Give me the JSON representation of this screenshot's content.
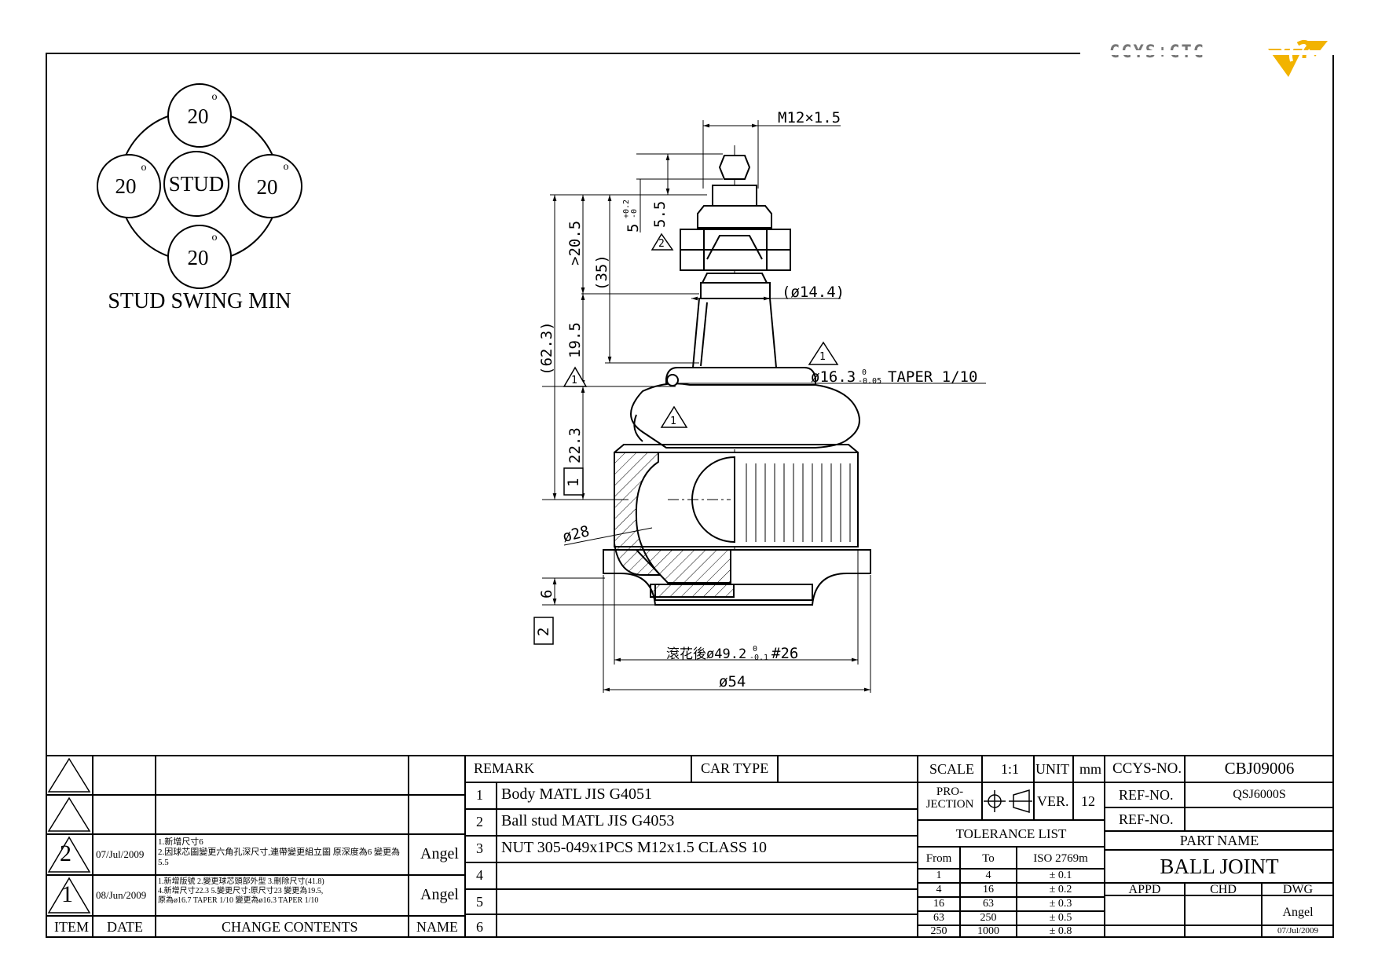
{
  "logo": {
    "text": "CCYS+CTC",
    "accent": "#F2B300"
  },
  "swing": {
    "top": "20",
    "left": "20",
    "right": "20",
    "bottom": "20",
    "center": "STUD",
    "degree": "o",
    "caption": "STUD SWING MIN"
  },
  "dims": {
    "thread": "M12×1.5",
    "d144": "(ø14.4)",
    "taper_pre": "ø16.3",
    "taper_tol_top": "0",
    "taper_tol_bot": "-0.05",
    "taper_post": "TAPER 1/10",
    "d49_pre": "滾花後ø49.2",
    "d49_tol_top": "0",
    "d49_tol_bot": "-0.1",
    "d49_post": "#26",
    "d54": "ø54",
    "d28": "ø28",
    "v205": ">20.5",
    "v35": "(35)",
    "v623": "(62.3)",
    "v195": "19.5",
    "v223": "22.3",
    "v55": "5.5",
    "v5": "5",
    "v5_tol_top": "+0.2",
    "v5_tol_bot": "-0",
    "v6": "6",
    "tri1": "1",
    "tri2": "2",
    "box1": "1",
    "box2": "2"
  },
  "revisions": {
    "rows": [
      {
        "item": "",
        "date": "",
        "content": "",
        "name": ""
      },
      {
        "item": "",
        "date": "",
        "content": "",
        "name": ""
      },
      {
        "item": "2",
        "date": "07/Jul/2009",
        "content": "1.新增尺寸6\n2.因球芯圖變更六角孔深尺寸,連帶變更組立圖 原深度為6 變更為5.5",
        "name": "Angel"
      },
      {
        "item": "1",
        "date": "08/Jun/2009",
        "content": "1.新增版號 2.變更球芯頭部外型 3.刪除尺寸(41.8)\n4.新增尺寸22.3 5.變更尺寸:原尺寸23 變更為19.5,\n原為ø16.7 TAPER 1/10 變更為ø16.3 TAPER 1/10",
        "name": "Angel"
      }
    ],
    "header": {
      "item": "ITEM",
      "date": "DATE",
      "content": "CHANGE CONTENTS",
      "name": "NAME"
    }
  },
  "remarks": {
    "header": "REMARK",
    "car_type_label": "CAR TYPE",
    "car_type": "",
    "items": [
      {
        "no": "1",
        "text": "Body MATL JIS G4051"
      },
      {
        "no": "2",
        "text": "Ball stud MATL JIS G4053"
      },
      {
        "no": "3",
        "text": "NUT 305-049x1PCS M12x1.5 CLASS 10"
      },
      {
        "no": "4",
        "text": ""
      },
      {
        "no": "5",
        "text": ""
      },
      {
        "no": "6",
        "text": ""
      }
    ]
  },
  "info": {
    "scale_label": "SCALE",
    "scale": "1:1",
    "unit_label": "UNIT",
    "unit": "mm",
    "projection_label": "PRO-\nJECTION",
    "ver_label": "VER.",
    "ver": "12",
    "tolerance_title": "TOLERANCE LIST",
    "tol_head": [
      "From",
      "To",
      "ISO 2769m"
    ],
    "tol_rows": [
      [
        "1",
        "4",
        "± 0.1"
      ],
      [
        "4",
        "16",
        "± 0.2"
      ],
      [
        "16",
        "63",
        "± 0.3"
      ],
      [
        "63",
        "250",
        "± 0.5"
      ],
      [
        "250",
        "1000",
        "± 0.8"
      ]
    ]
  },
  "part": {
    "ccys_label": "CCYS-NO.",
    "ccys_no": "CBJ09006",
    "ref_label": "REF-NO.",
    "ref_no": "QSJ6000S",
    "ref2_label": "REF-NO.",
    "ref2_no": "",
    "name_label": "PART NAME",
    "name": "BALL JOINT",
    "appd": "APPD",
    "chd": "CHD",
    "dwg": "DWG",
    "drawer": "Angel",
    "drawn_date": "07/Jul/2009"
  }
}
